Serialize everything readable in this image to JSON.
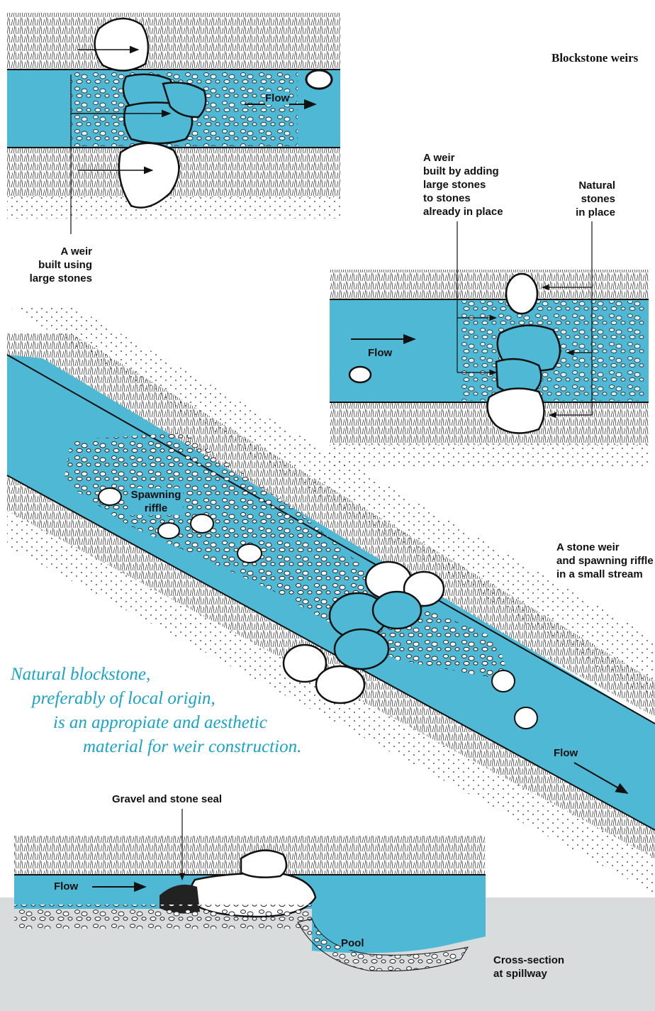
{
  "page": {
    "title": "Blockstone weirs",
    "caption_lines": [
      "Natural blockstone,",
      "preferably of local origin,",
      "is an appropiate and aesthetic",
      "material for weir construction."
    ]
  },
  "panels": {
    "weir_large_stones": {
      "flow": "Flow",
      "label": "A weir\nbuilt using\nlarge stones"
    },
    "weir_added_stones": {
      "flow": "Flow",
      "label_added": "A weir\nbuilt by adding\nlarge stones\nto stones\nalready in place",
      "label_natural": "Natural\nstones\nin place"
    },
    "stone_weir_riffle": {
      "riffle": "Spawning\nriffle",
      "flow": "Flow",
      "label": "A stone weir\nand spawning riffle\nin a small stream"
    },
    "cross_section": {
      "seal": "Gravel and stone seal",
      "flow": "Flow",
      "pool": "Pool",
      "label": "Cross-section\nat spillway"
    }
  },
  "colors": {
    "water": "#4fb8d4",
    "caption": "#1aa3c4",
    "ground": "#d9dcdd",
    "ink": "#111111"
  }
}
